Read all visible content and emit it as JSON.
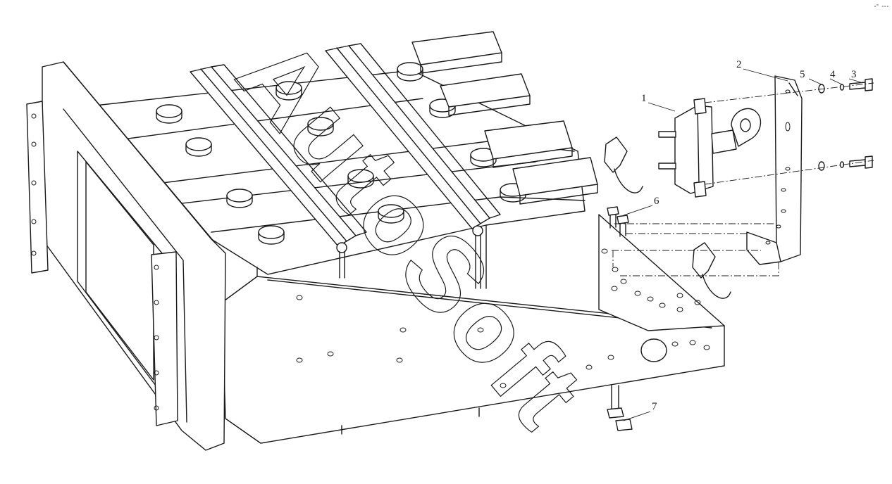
{
  "watermark": "AutoSoft",
  "corner_mark": "ₒᵐ ₒₒₒ",
  "callouts": [
    {
      "label": "1"
    },
    {
      "label": "2"
    },
    {
      "label": "3"
    },
    {
      "label": "4"
    },
    {
      "label": "5"
    },
    {
      "label": "6"
    },
    {
      "label": "7"
    }
  ],
  "colors": {
    "ink": "#1a1a1a",
    "background": "#ffffff"
  }
}
